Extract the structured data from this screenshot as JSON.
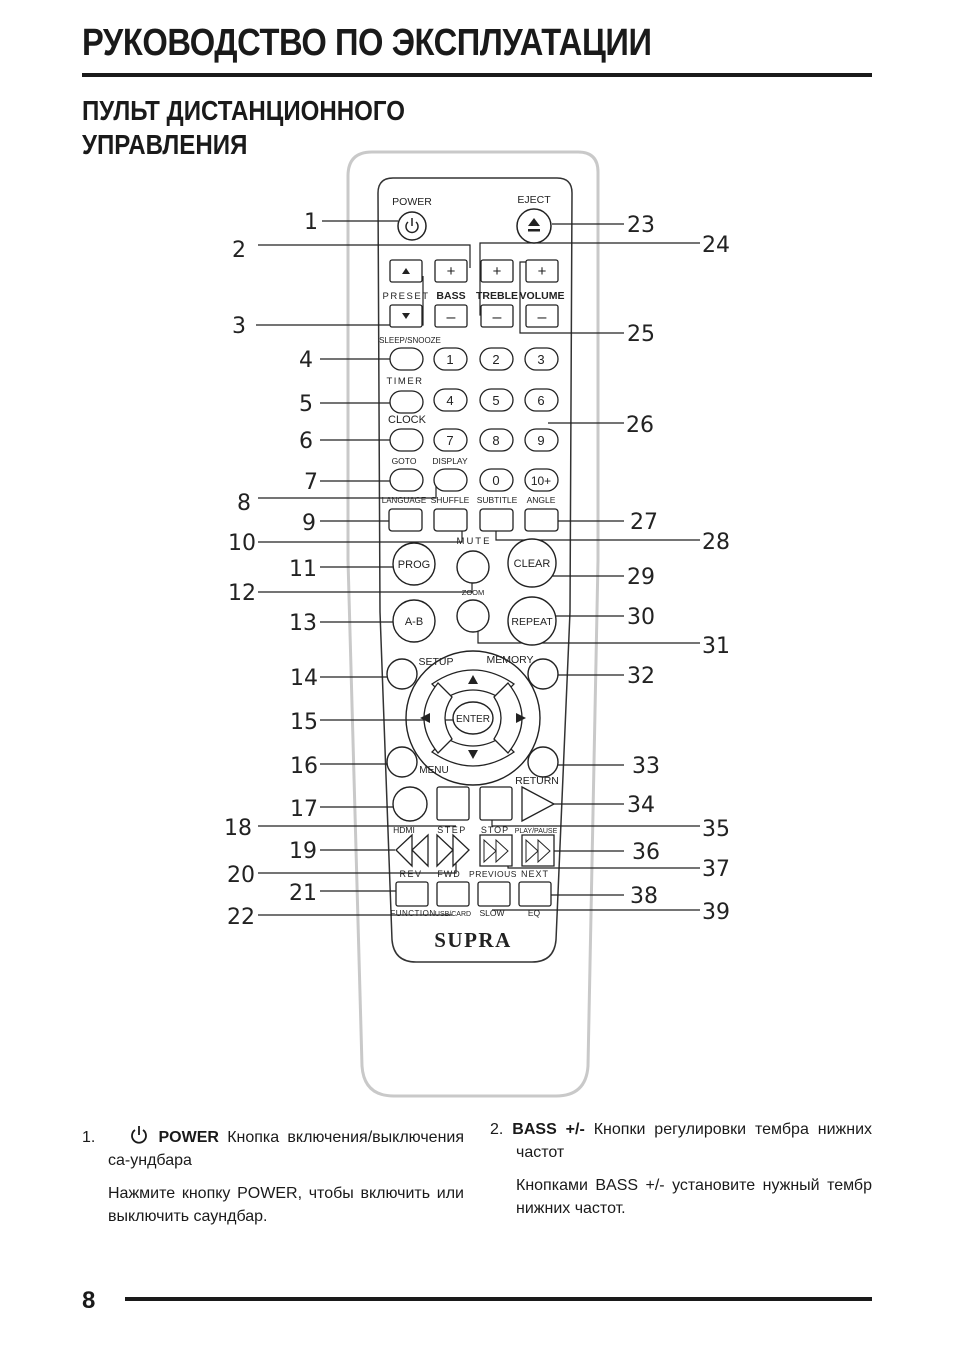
{
  "header": {
    "title": "РУКОВОДСТВО ПО ЭКСПЛУАТАЦИИ",
    "subtitle_line1": "ПУЛЬТ ДИСТАНЦИОННОГО",
    "subtitle_line2": "УПРАВЛЕНИЯ"
  },
  "remote": {
    "brand": "SUPRA",
    "labels": {
      "power": "POWER",
      "eject": "EJECT",
      "preset": "PRESET",
      "bass": "BASS",
      "treble": "TREBLE",
      "volume": "VOLUME",
      "sleep": "SLEEP/SNOOZE",
      "timer": "TIMER",
      "clock": "CLOCK",
      "goto": "GOTO",
      "display": "DISPLAY",
      "language": "LANGUAGE",
      "shuffle": "SHUFFLE",
      "subtitle": "SUBTITLE",
      "angle": "ANGLE",
      "mute": "MUTE",
      "prog": "PROG",
      "clear": "CLEAR",
      "zoom": "ZOOM",
      "ab": "A-B",
      "repeat": "REPEAT",
      "setup": "SETUP",
      "memory": "MEMORY",
      "enter": "ENTER",
      "menu": "MENU",
      "return": "RETURN",
      "hdmi": "HDMI",
      "step": "STEP",
      "stop": "STOP",
      "playpause": "PLAY/PAUSE",
      "rev": "REV",
      "fwd": "FWD",
      "previous": "PREVIOUS",
      "next": "NEXT",
      "function": "FUNCTION",
      "usbcard": "USB/CARD",
      "slow": "SLOW",
      "eq": "EQ",
      "plus": "+",
      "minus": "–",
      "ten_plus": "10+"
    },
    "digits": [
      "1",
      "2",
      "3",
      "4",
      "5",
      "6",
      "7",
      "8",
      "9",
      "0"
    ],
    "callouts": [
      "1",
      "2",
      "3",
      "4",
      "5",
      "6",
      "7",
      "8",
      "9",
      "10",
      "11",
      "12",
      "13",
      "14",
      "15",
      "16",
      "17",
      "18",
      "19",
      "20",
      "21",
      "22",
      "23",
      "24",
      "25",
      "26",
      "27",
      "28",
      "29",
      "30",
      "31",
      "32",
      "33",
      "34",
      "35",
      "36",
      "37",
      "38",
      "39"
    ]
  },
  "items": [
    {
      "number": "1.",
      "name": "POWER",
      "text": "Кнопка включения/выключения са-ундбара",
      "desc": "Нажмите кнопку POWER, чтобы включить или выключить саундбар."
    },
    {
      "number": "2.",
      "name": "BASS +/-",
      "text": "Кнопки регулировки тембра нижних частот",
      "desc": "Кнопками BASS +/- установите нужный тембр нижних частот."
    }
  ],
  "footer": {
    "page_number": "8"
  }
}
